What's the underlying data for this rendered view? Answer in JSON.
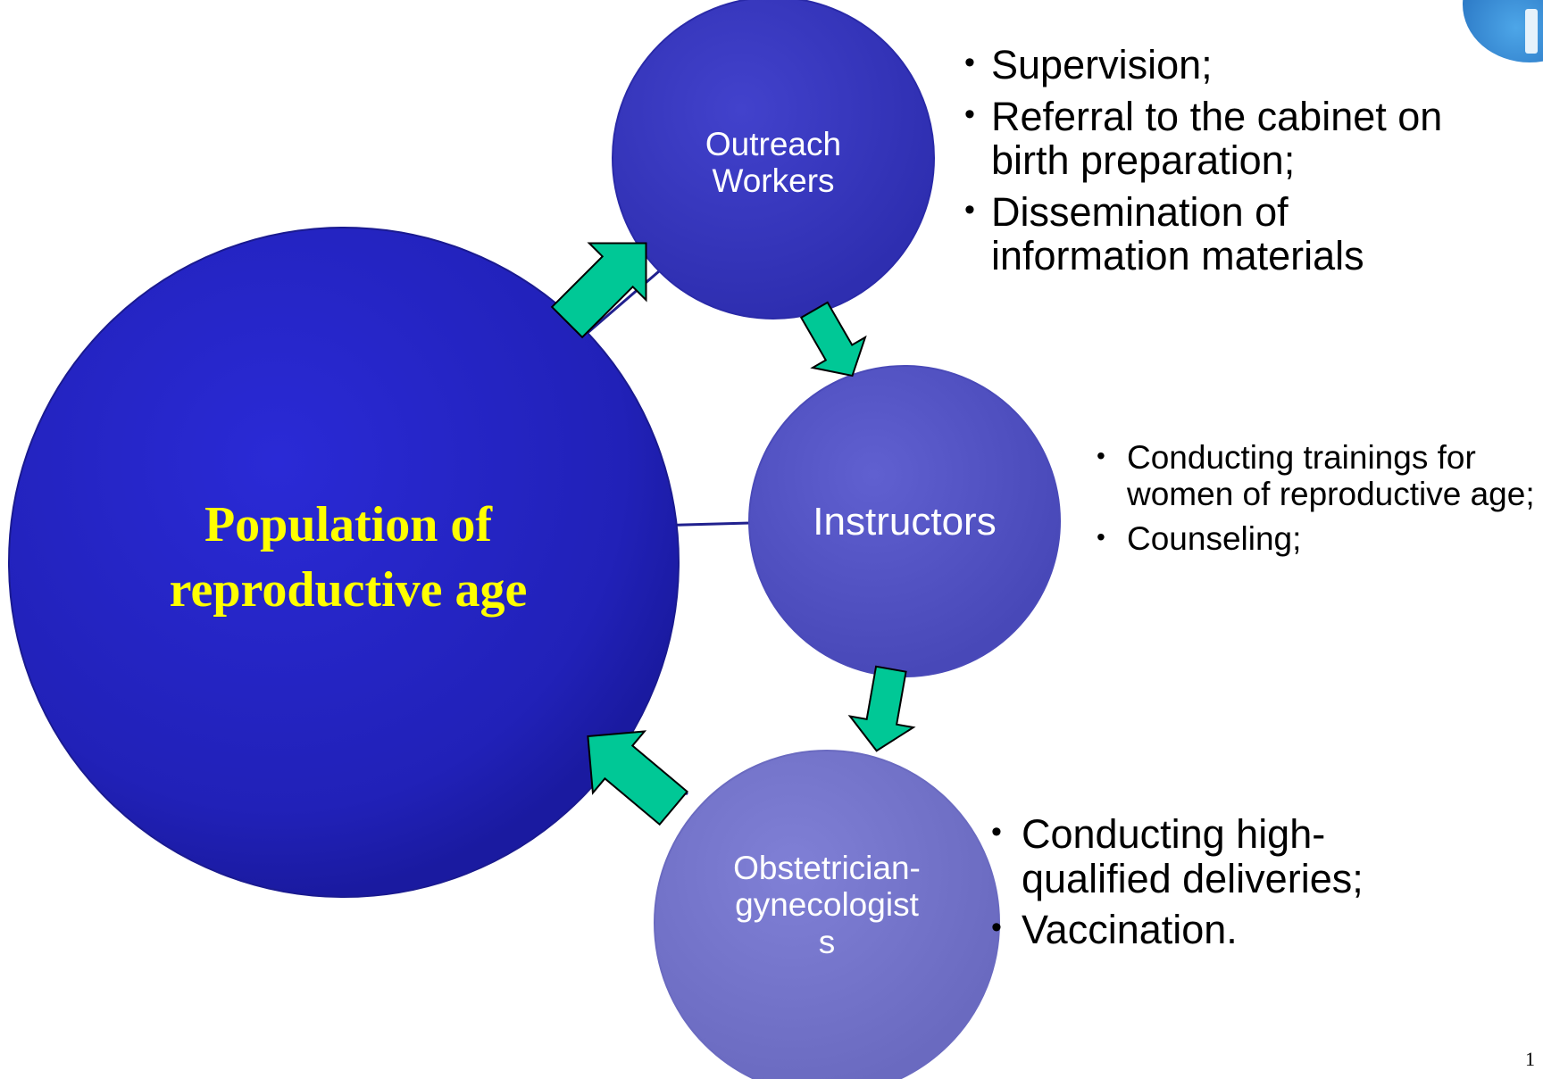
{
  "main_node": {
    "line1": "Population of",
    "line2": "reproductive age"
  },
  "nodes": [
    {
      "id": "outreach",
      "line1": "Outreach",
      "line2": "Workers",
      "bullets": [
        "Supervision;",
        "Referral to the cabinet on birth preparation;",
        "Dissemination of information materials"
      ]
    },
    {
      "id": "instructors",
      "line1": "Instructors",
      "bullets": [
        "Conducting trainings for women of reproductive age;",
        "Counseling;"
      ]
    },
    {
      "id": "obgyn",
      "line1": "Obstetrician-",
      "line2": "gynecologist",
      "line3": "s",
      "bullets": [
        "Conducting high-qualified deliveries;",
        "Vaccination."
      ]
    }
  ],
  "colors": {
    "main_circle": "#2323c4",
    "main_text": "#ffff00",
    "arrow_fill": "#00c896",
    "outreach_circle": "#3a3ac4",
    "instructors_circle": "#5656c6",
    "obgyn_circle": "#7676cc"
  },
  "logo_icon": "organization-logo-icon",
  "slide_number": "1"
}
